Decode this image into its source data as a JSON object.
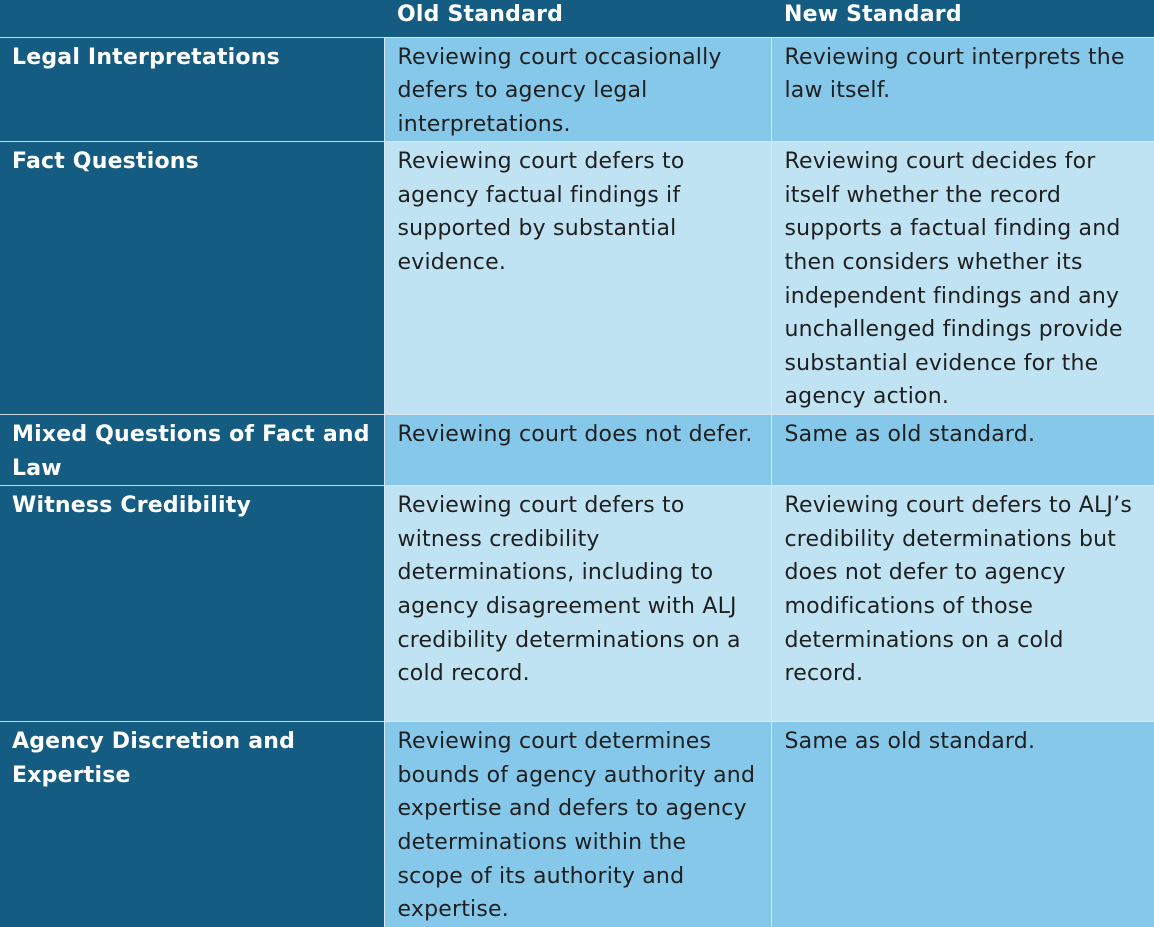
{
  "header": {
    "col1": "",
    "col2": "Old Standard",
    "col3": "New Standard"
  },
  "rows": [
    {
      "label": "Legal Interpretations",
      "old": "Reviewing court occasionally defers to agency legal interpretations.",
      "new": "Reviewing court interprets the law itself."
    },
    {
      "label": "Fact Questions",
      "old": "Reviewing court defers to agency factual findings if supported by substantial evidence.",
      "new": "Reviewing court decides for itself whether the record supports a factual finding and then considers whether its independent findings and any unchallenged findings provide substantial evidence for the agency action."
    },
    {
      "label": "Mixed Questions of Fact and Law",
      "old": "Reviewing court does not defer.",
      "new": "Same as old standard."
    },
    {
      "label": "Witness Credibility",
      "old": "Reviewing court defers to witness credibility determinations, including to agency disagreement with ALJ credibility determinations on a cold record.",
      "new": "Reviewing court defers to ALJ’s credibility determinations but does not defer to agency modifications of those determinations on a cold record."
    },
    {
      "label": "Agency Discretion and Expertise",
      "old": "Reviewing court determines bounds of agency authority and expertise and defers to agency determinations within the scope of its authority and expertise.",
      "new": "Same as old standard."
    }
  ]
}
